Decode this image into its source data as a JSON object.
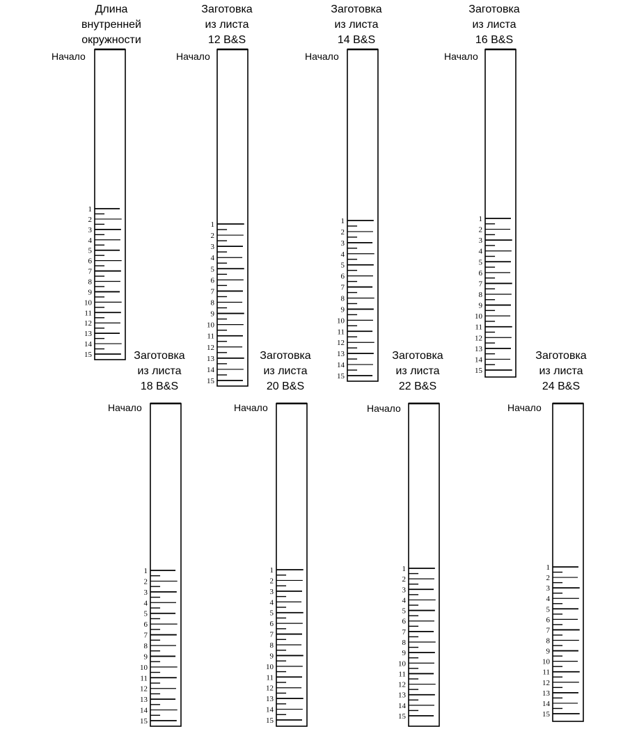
{
  "start_label": "Начало",
  "strips": [
    {
      "id": "inner",
      "title": [
        "Длина",
        "внутренней",
        "окружности"
      ],
      "marks": [
        "1",
        "2",
        "3",
        "4",
        "5",
        "6",
        "7",
        "8",
        "9",
        "10",
        "11",
        "12",
        "13",
        "14",
        "15"
      ]
    },
    {
      "id": "12bs",
      "title": [
        "Заготовка",
        "из листа",
        "12 B&S"
      ],
      "marks": [
        "1",
        "2",
        "3",
        "4",
        "5",
        "6",
        "7",
        "8",
        "9",
        "10",
        "11",
        "12",
        "13",
        "14",
        "15"
      ]
    },
    {
      "id": "14bs",
      "title": [
        "Заготовка",
        "из листа",
        "14 B&S"
      ],
      "marks": [
        "1",
        "2",
        "3",
        "4",
        "5",
        "6",
        "7",
        "8",
        "9",
        "10",
        "11",
        "12",
        "13",
        "14",
        "15"
      ]
    },
    {
      "id": "16bs",
      "title": [
        "Заготовка",
        "из листа",
        "16 B&S"
      ],
      "marks": [
        "1",
        "2",
        "3",
        "4",
        "5",
        "6",
        "7",
        "8",
        "9",
        "10",
        "11",
        "12",
        "13",
        "14",
        "15"
      ]
    },
    {
      "id": "18bs",
      "title": [
        "Заготовка",
        "из листа",
        "18 B&S"
      ],
      "marks": [
        "1",
        "2",
        "3",
        "4",
        "5",
        "6",
        "7",
        "8",
        "9",
        "10",
        "11",
        "12",
        "13",
        "14",
        "15"
      ]
    },
    {
      "id": "20bs",
      "title": [
        "Заготовка",
        "из листа",
        "20 B&S"
      ],
      "marks": [
        "1",
        "2",
        "3",
        "4",
        "5",
        "6",
        "7",
        "8",
        "9",
        "10",
        "11",
        "12",
        "13",
        "14",
        "15"
      ]
    },
    {
      "id": "22bs",
      "title": [
        "Заготовка",
        "из листа",
        "22 B&S"
      ],
      "marks": [
        "1",
        "2",
        "3",
        "4",
        "5",
        "6",
        "7",
        "8",
        "9",
        "10",
        "11",
        "12",
        "13",
        "14",
        "15"
      ]
    },
    {
      "id": "24bs",
      "title": [
        "Заготовка",
        "из листа",
        "24 B&S"
      ],
      "marks": [
        "1",
        "2",
        "3",
        "4",
        "5",
        "6",
        "7",
        "8",
        "9",
        "10",
        "11",
        "12",
        "13",
        "14",
        "15"
      ]
    }
  ]
}
